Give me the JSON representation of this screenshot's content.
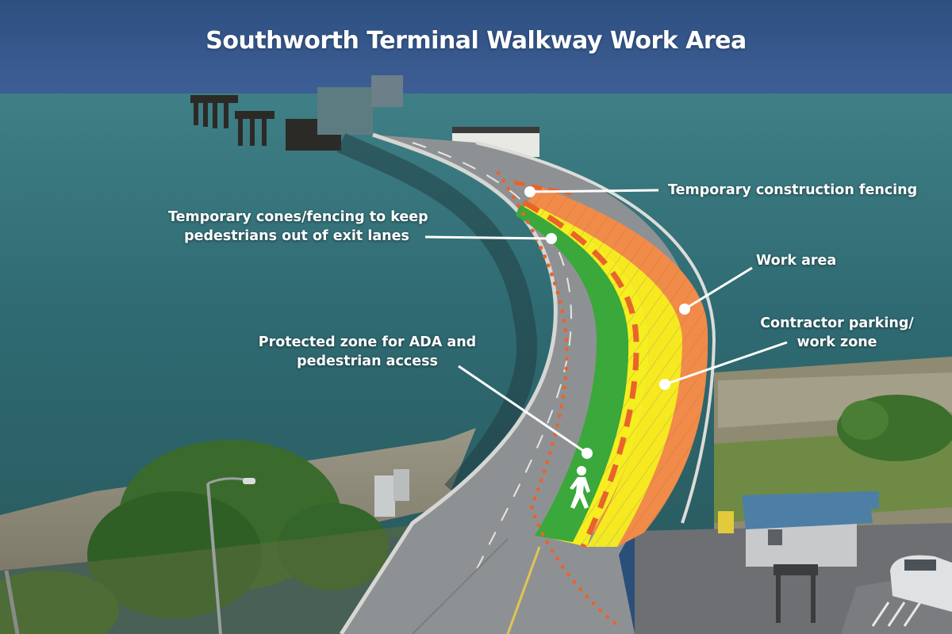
{
  "title": "Southworth Terminal Walkway Work Area",
  "callouts": {
    "fencing": "Temporary construction fencing",
    "cones": [
      "Temporary cones/fencing to keep",
      "pedestrians out of exit lanes"
    ],
    "work_area": "Work area",
    "contractor": [
      "Contractor parking/",
      "work zone"
    ],
    "protected": [
      "Protected zone for ADA and",
      "pedestrian access"
    ]
  },
  "zone_colors": {
    "protected_zone": "#3aa83a",
    "contractor_zone": "#f6ee1e",
    "work_area": "#f08b4a",
    "fence_marker": "#e8642c",
    "label_text": "#ffffff"
  },
  "icons": [
    "pedestrian-icon"
  ]
}
